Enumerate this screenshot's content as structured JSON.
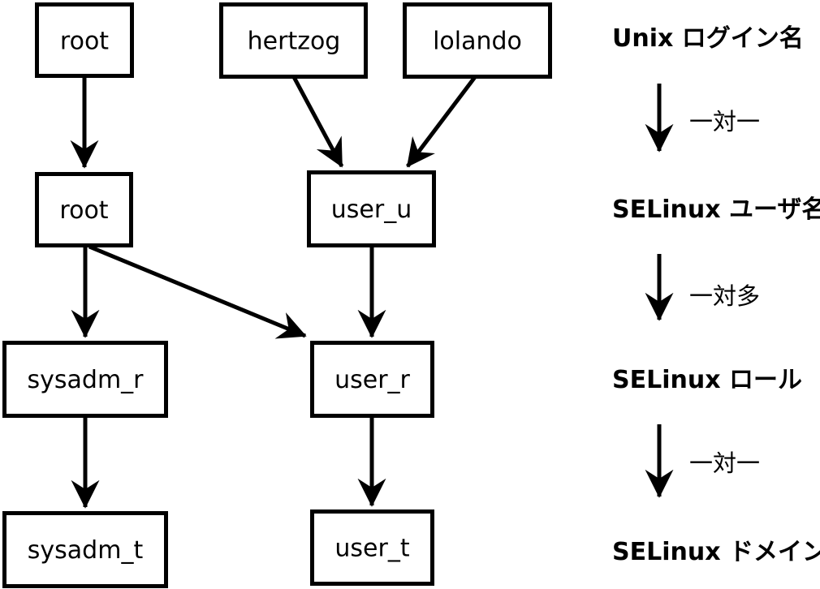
{
  "boxes": {
    "unix_root": "root",
    "unix_hertzog": "hertzog",
    "unix_lolando": "lolando",
    "selinux_user_root": "root",
    "selinux_user_u": "user_u",
    "role_sysadm_r": "sysadm_r",
    "role_user_r": "user_r",
    "domain_sysadm_t": "sysadm_t",
    "domain_user_t": "user_t"
  },
  "legend": {
    "unix_login": "Unix ログイン名",
    "one_to_one_1": "一対一",
    "selinux_user": "SELinux ユーザ名",
    "one_to_many": "一対多",
    "selinux_role": "SELinux ロール",
    "one_to_one_2": "一対一",
    "selinux_domain": "SELinux ドメイン"
  },
  "colors": {
    "line": "#000000",
    "background": "#ffffff",
    "box_fill": "#ffffff"
  }
}
